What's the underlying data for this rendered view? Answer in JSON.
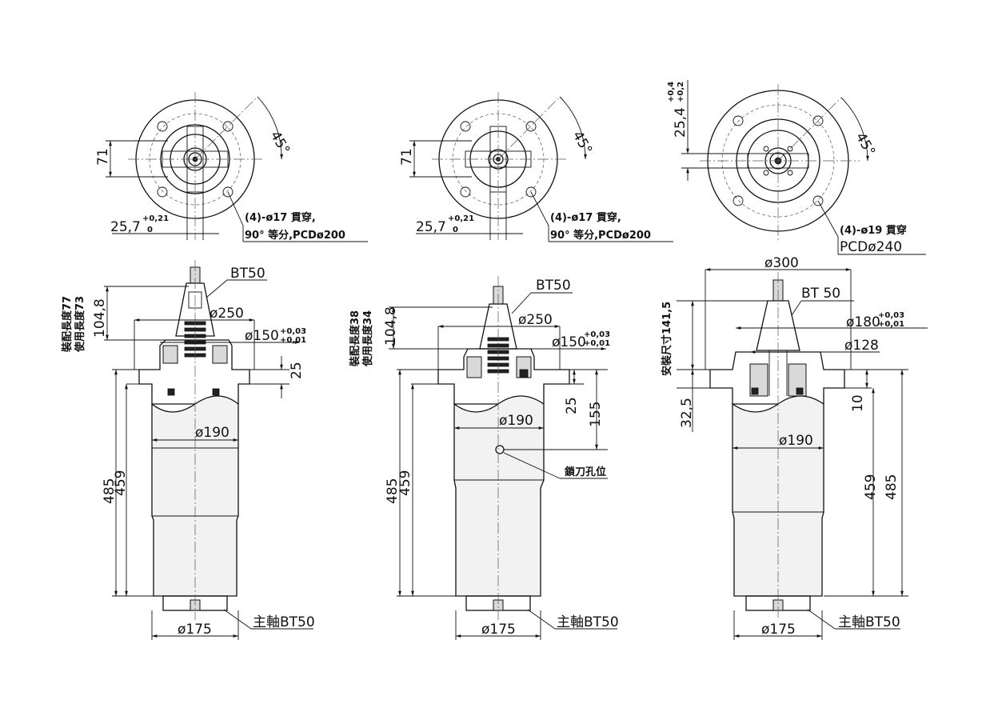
{
  "views": [
    {
      "id": "a",
      "bottom_dia": "ø175",
      "spindle_label": "主軸BT50",
      "body_dia": "ø190",
      "len_total": "485",
      "len_body": "459",
      "upper_dia": "ø250",
      "pilot_dia": "ø150",
      "pilot_tol_upper": "+0,03",
      "pilot_tol_lower": "+0,01",
      "tool_label": "BT50",
      "tool_height": "104,8",
      "flange_thk": "25",
      "install_length": "裝配長度77",
      "use_length": "使用長度73",
      "top_offset_v": "71",
      "top_offset_h": "25,7",
      "top_offset_h_tol_upper": "+0,21",
      "top_offset_h_tol_lower": "0",
      "angle": "45°",
      "holes_line1": "(4)-ø17 貫穿,",
      "holes_line2": "90° 等分,PCDø200"
    },
    {
      "id": "b",
      "bottom_dia": "ø175",
      "spindle_label": "主軸BT50",
      "body_dia": "ø190",
      "len_total": "485",
      "len_body": "459",
      "upper_dia": "ø250",
      "pilot_dia": "ø150",
      "pilot_tol_upper": "+0,03",
      "pilot_tol_lower": "+0,01",
      "tool_label": "BT50",
      "tool_height": "104,8",
      "flange_thk": "25",
      "lock_height": "155",
      "lock_label": "鎖刀孔位",
      "install_length": "裝配長度38",
      "use_length": "使用長度34",
      "top_offset_v": "71",
      "top_offset_h": "25,7",
      "top_offset_h_tol_upper": "+0,21",
      "top_offset_h_tol_lower": "0",
      "angle": "45°",
      "holes_line1": "(4)-ø17 貫穿,",
      "holes_line2": "90° 等分,PCDø200"
    },
    {
      "id": "c",
      "bottom_dia": "ø175",
      "spindle_label": "主軸BT50",
      "body_dia": "ø190",
      "len_total": "485",
      "len_body": "459",
      "outer_dia": "ø300",
      "dia_180": "ø180",
      "dia_180_tol_upper": "+0,03",
      "dia_180_tol_lower": "+0,01",
      "dia_128": "ø128",
      "tool_label": "BT 50",
      "flange_thk": "10",
      "low_height": "32,5",
      "install_size": "安裝尺寸141,5",
      "top_offset_v": "25,4",
      "top_offset_v_tol_upper": "+0,4",
      "top_offset_v_tol_lower": "+0,2",
      "angle": "45°",
      "holes_line1": "(4)-ø19 貫穿",
      "holes_line2": "PCDø240"
    }
  ]
}
